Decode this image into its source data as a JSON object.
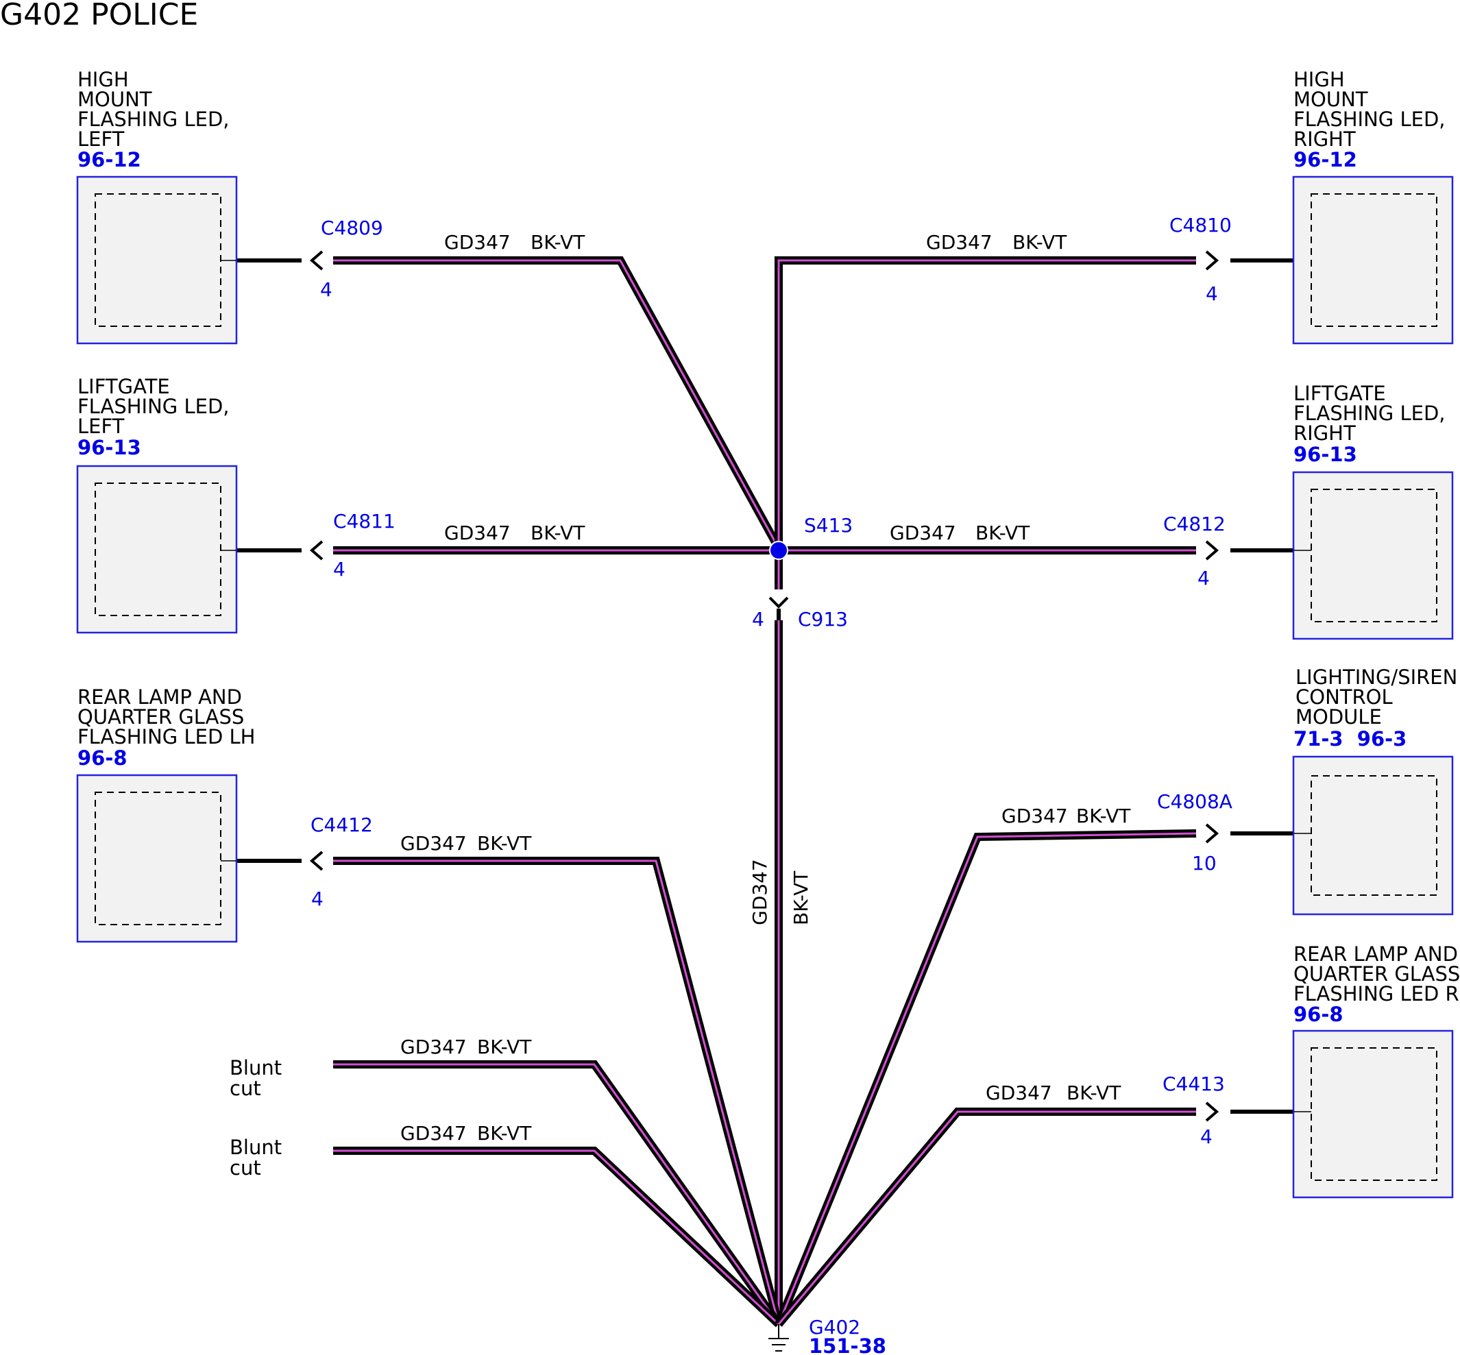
{
  "title": "G402 POLICE",
  "wire": {
    "circuit": "GD347",
    "color": "BK-VT"
  },
  "components": [
    {
      "id": "hm-left",
      "name_lines": [
        "HIGH",
        "MOUNT",
        "FLASHING LED,",
        "LEFT"
      ],
      "ref": "96-12"
    },
    {
      "id": "hm-right",
      "name_lines": [
        "HIGH",
        "MOUNT",
        "FLASHING LED,",
        "RIGHT"
      ],
      "ref": "96-12"
    },
    {
      "id": "lg-left",
      "name_lines": [
        "LIFTGATE",
        "FLASHING LED,",
        "LEFT"
      ],
      "ref": "96-13"
    },
    {
      "id": "lg-right",
      "name_lines": [
        "LIFTGATE",
        "FLASHING LED,",
        "RIGHT"
      ],
      "ref": "96-13"
    },
    {
      "id": "rl-left",
      "name_lines": [
        "REAR LAMP AND",
        "QUARTER GLASS",
        "FLASHING LED LH"
      ],
      "ref": "96-8"
    },
    {
      "id": "lscm",
      "name_lines": [
        "LIGHTING/SIREN",
        "CONTROL",
        "MODULE"
      ],
      "ref": "71-3  96-3"
    },
    {
      "id": "rl-right",
      "name_lines": [
        "REAR LAMP AND",
        "QUARTER GLASS",
        "FLASHING LED RH"
      ],
      "ref": "96-8"
    }
  ],
  "connectors": [
    {
      "id": "C4809",
      "pin": "4"
    },
    {
      "id": "C4810",
      "pin": "4"
    },
    {
      "id": "C4811",
      "pin": "4"
    },
    {
      "id": "C4812",
      "pin": "4"
    },
    {
      "id": "C913",
      "pin": "4"
    },
    {
      "id": "C4412",
      "pin": "4"
    },
    {
      "id": "C4808A",
      "pin": "10"
    },
    {
      "id": "C4413",
      "pin": "4"
    }
  ],
  "splice": {
    "id": "S413"
  },
  "blunt_cut": [
    "Blunt",
    "cut"
  ],
  "ground": {
    "id": "G402",
    "ref": "151-38"
  }
}
